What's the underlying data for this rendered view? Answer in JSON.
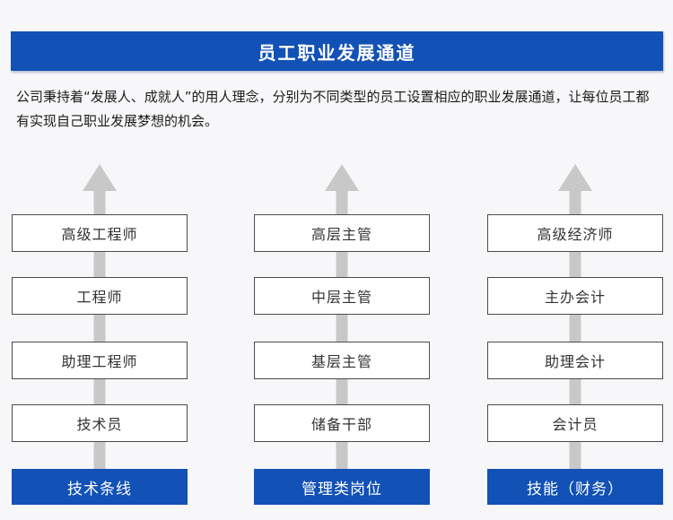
{
  "header": {
    "title": "员工职业发展通道"
  },
  "intro": {
    "text": "公司秉持着“发展人、成就人”的用人理念，分别为不同类型的员工设置相应的职业发展通道，让每位员工都有实现自己职业发展梦想的机会。"
  },
  "channels": [
    {
      "name": "技术条线",
      "levels": [
        "高级工程师",
        "工程师",
        "助理工程师",
        "技术员"
      ]
    },
    {
      "name": "管理类岗位",
      "levels": [
        "高层主管",
        "中层主管",
        "基层主管",
        "储备干部"
      ]
    },
    {
      "name": "技能（财务）",
      "levels": [
        "高级经济师",
        "主办会计",
        "助理会计",
        "会计员"
      ]
    }
  ],
  "colors": {
    "accent_blue": "#1251B5",
    "page_background": "#F7F7F9",
    "arrow_gray": "#C8C8C8",
    "box_border": "#4E4A47",
    "box_text": "#333333"
  }
}
